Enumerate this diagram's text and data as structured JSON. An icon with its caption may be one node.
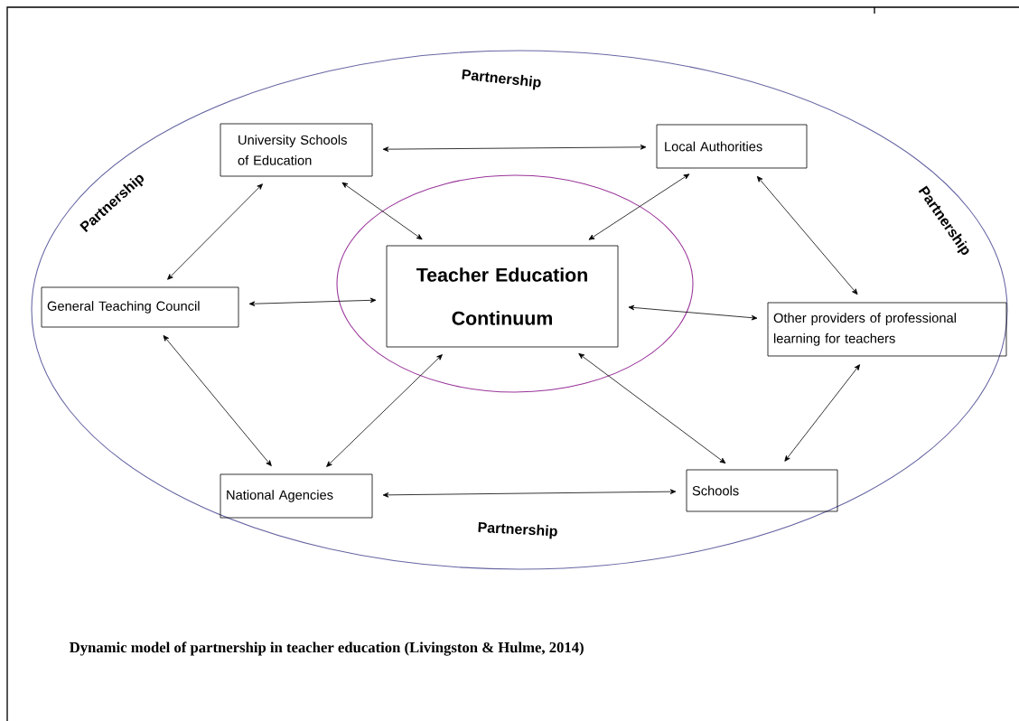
{
  "diagram": {
    "caption": "Dynamic model of partnership in teacher education (Livingston & Hulme, 2014)",
    "nodes": [
      {
        "text": [
          "Partnership",
          "Partnership",
          "Partnership",
          "Partnership"
        ]
      },
      {
        "text": [
          "University Schools of Education"
        ],
        "in": 0
      },
      {
        "text": [
          "Local Authorities"
        ],
        "in": 0
      },
      {
        "text": [],
        "shape": "circle",
        "in": 0
      },
      {
        "text": [
          "Teacher Education Continuum"
        ],
        "in": 3
      },
      {
        "text": [
          "General Teaching Council"
        ],
        "in": 0
      },
      {
        "text": [
          "Other providers of professional learning for teachers"
        ],
        "in": 0
      },
      {
        "text": [
          "National Agencies"
        ],
        "in": 0
      },
      {
        "text": [
          "Schools"
        ],
        "in": 0
      }
    ],
    "edges": [
      {
        "from": 1,
        "to": 2,
        "arrow": "both"
      },
      {
        "from": 1,
        "to": 5,
        "arrow": "both"
      },
      {
        "from": 1,
        "to": 4,
        "arrow": "both"
      },
      {
        "from": 2,
        "to": 4,
        "arrow": "both"
      },
      {
        "from": 2,
        "to": 6,
        "arrow": "both"
      },
      {
        "from": 5,
        "to": 4,
        "arrow": "both"
      },
      {
        "from": 6,
        "to": 4,
        "arrow": "both"
      },
      {
        "from": 5,
        "to": 7,
        "arrow": "both"
      },
      {
        "from": 7,
        "to": 4,
        "arrow": "both"
      },
      {
        "from": 8,
        "to": 4,
        "arrow": "both"
      },
      {
        "from": 6,
        "to": 8,
        "arrow": "both"
      },
      {
        "from": 7,
        "to": 8,
        "arrow": "both"
      }
    ]
  }
}
